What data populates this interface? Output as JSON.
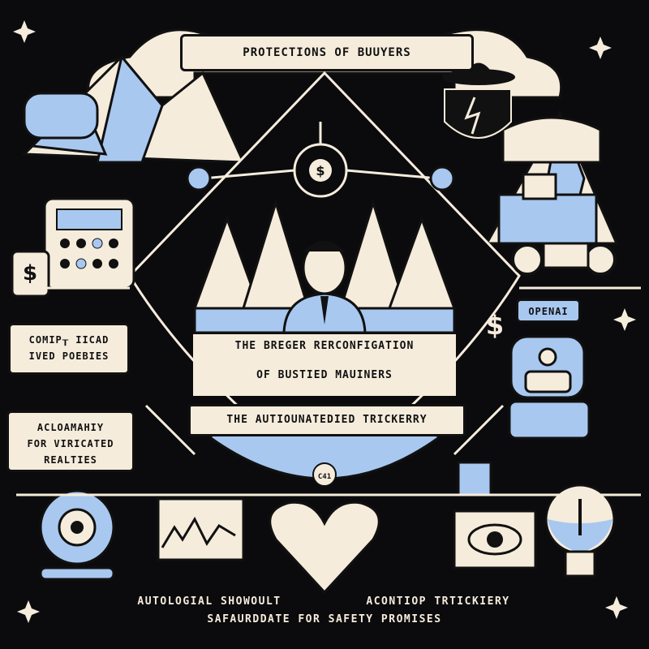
{
  "texts": {
    "top_banner": "PROTECTIONS OF BUUYERS",
    "mid_line1": "THE BREGER RERCONFIGATION",
    "mid_line2": "OF BUSTIED MAUINERS",
    "low_banner": "THE AUTIOUNATEDIED TRICKERRY",
    "left_label1_line1": "COMIP┰ IICAD",
    "left_label1_line2": "IVED POEBIES",
    "left_label2_line1": "ACLOAMAHIY",
    "left_label2_line2": "FOR VIRICATED",
    "left_label2_line3": "REALTIES",
    "openai_tag": "OPENAI",
    "footer_left": "AUTOLOGIAL SHOWOULT",
    "footer_right": "ACONTIOP TRTICKIERY",
    "footer_bottom": "SAFAURDDATE FOR SAFETY PROMISES",
    "chip_label": "C41"
  },
  "icons": [
    "dollar-icon",
    "shield-icon",
    "robot-icon",
    "lightbulb-icon",
    "eye-icon",
    "heart-icon",
    "calculator-icon",
    "machine-icon",
    "monitor-icon"
  ],
  "colors": {
    "background": "#0b0b0d",
    "cream": "#f6ecdc",
    "blue": "#a8c8f0",
    "ink": "#111111"
  }
}
